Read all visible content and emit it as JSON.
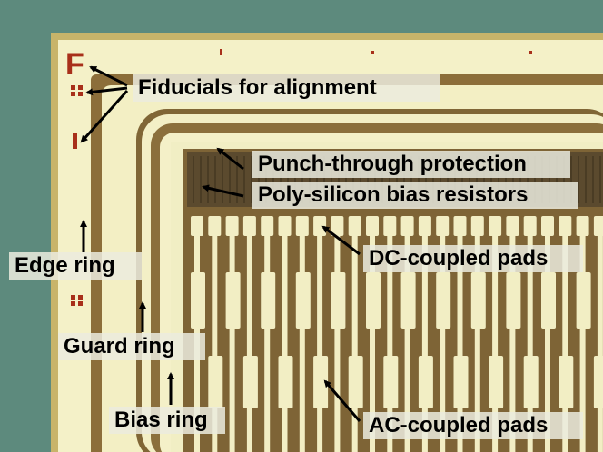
{
  "labels": {
    "fiducials": "Fiducials for alignment",
    "punch_through": "Punch-through protection",
    "poly_silicon": "Poly-silicon bias resistors",
    "dc_pads": "DC-coupled pads",
    "edge_ring": "Edge ring",
    "guard_ring": "Guard ring",
    "ac_pads": "AC-coupled pads",
    "bias_ring": "Bias ring"
  },
  "fiducial_mark": "F",
  "colors": {
    "background": "#5d8a7d",
    "die_edge": "#c8b46a",
    "metal": "#f2efc6",
    "oxide": "#8a6e3c",
    "dark_strip": "#5a4a30",
    "pad_base": "#7a6238",
    "fiducial_red": "#a8301a",
    "arrow": "#000000"
  }
}
